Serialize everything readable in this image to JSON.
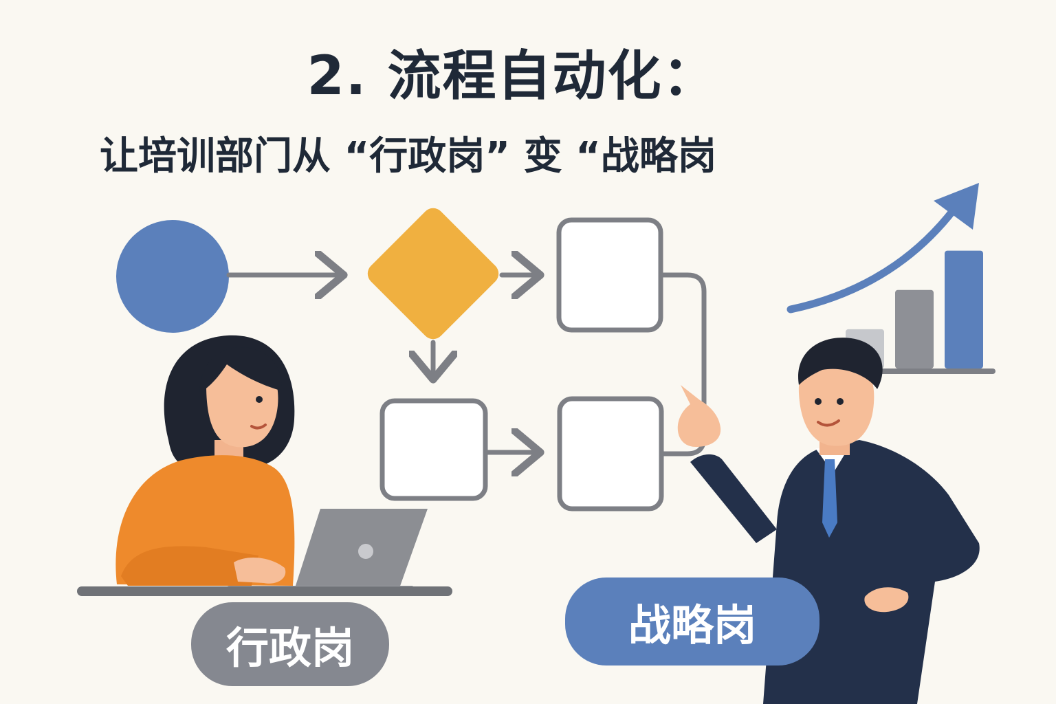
{
  "title": "2. 流程自动化：",
  "subtitle": "让培训部门从 “行政岗” 变 “战略岗",
  "labels": {
    "admin_role": "行政岗",
    "strategy_role": "战略岗"
  },
  "colors": {
    "text": "#1f2937",
    "start_circle": "#5b80bb",
    "decision_diamond": "#f0b040",
    "connector": "#7d7f85",
    "admin_pill": "#858890",
    "strategy_pill": "#5b80bb",
    "woman_sweater": "#ee8a2c",
    "man_suit": "#23304a",
    "tie": "#4a7bc4",
    "growth_arrow": "#5b80bb"
  },
  "chart_data": {
    "type": "bar",
    "categories": [
      "",
      "",
      ""
    ],
    "values": [
      1,
      2,
      3
    ],
    "title": "",
    "xlabel": "",
    "ylabel": "",
    "ylim": [
      0,
      3.5
    ],
    "bar_colors": [
      "#c6c8cc",
      "#8e9096",
      "#5b80bb"
    ],
    "trend": "rising-arrow"
  }
}
